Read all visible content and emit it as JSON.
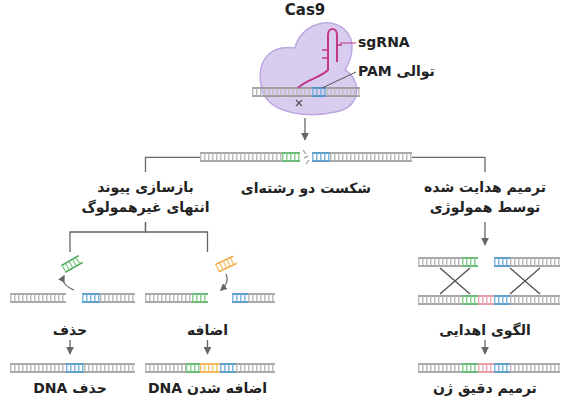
{
  "diagram": {
    "nodes": [
      {
        "text": [
          "Cas9"
        ]
      },
      {
        "text": [
          "شکست دو رشته‌ای"
        ]
      },
      {
        "text": [
          "بازسازی پیوند انتهای غیرهمولوگ"
        ]
      },
      {
        "text": [
          "ترمیم هدایت شده توسط همولوژی"
        ]
      },
      {
        "text": [
          "حذف"
        ]
      },
      {
        "text": [
          "اضافه"
        ]
      },
      {
        "text": [
          "الگوی اهدایی"
        ]
      },
      {
        "text": [
          "حذف DNA"
        ]
      },
      {
        "text": [
          "اضافه شدن DNA"
        ]
      },
      {
        "text": [
          "ترمیم دقیق ژن"
        ]
      }
    ],
    "edges": [
      {
        "from": 0,
        "to": 1,
        "arrow": "to"
      },
      {
        "from": 1,
        "to": 2,
        "arrow": "none"
      },
      {
        "from": 1,
        "to": 3,
        "arrow": "none"
      },
      {
        "from": 2,
        "to": 4,
        "arrow": "none"
      },
      {
        "from": 2,
        "to": 5,
        "arrow": "none"
      },
      {
        "from": 3,
        "to": 6,
        "arrow": "to"
      },
      {
        "from": 4,
        "to": 7,
        "arrow": "to"
      },
      {
        "from": 5,
        "to": 8,
        "arrow": "to"
      },
      {
        "from": 6,
        "to": 9,
        "arrow": "to"
      }
    ],
    "labels": [
      "sgRNA",
      "توالی PAM"
    ]
  }
}
